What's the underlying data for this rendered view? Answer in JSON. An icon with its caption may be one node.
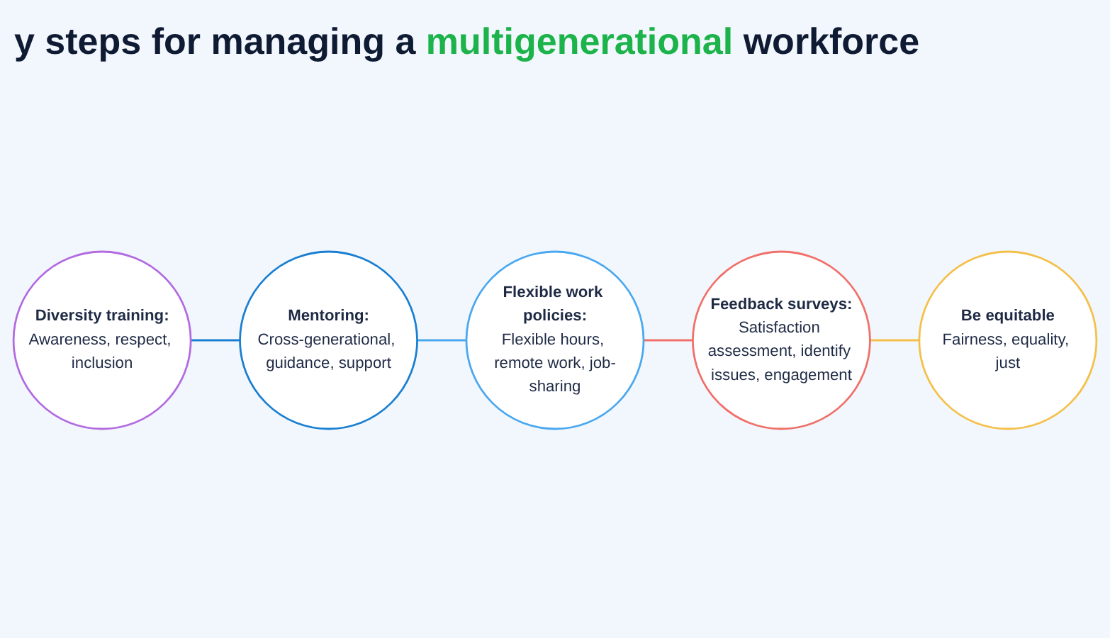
{
  "diagram": {
    "title": "y steps for managing a **multigenerational** workforce",
    "nodes": [
      {
        "text": [
          "Diversity training:",
          "Awareness, respect, inclusion"
        ]
      },
      {
        "text": [
          "Mentoring:",
          "Cross-generational, guidance, support"
        ]
      },
      {
        "text": [
          "Flexible work policies:",
          "Flexible hours, remote work, job-sharing"
        ]
      },
      {
        "text": [
          "Feedback surveys:",
          "Satisfaction assessment, identify issues, engagement"
        ]
      },
      {
        "text": [
          "Be equitable",
          "Fairness, equality, just"
        ]
      }
    ],
    "edges": [
      {
        "from": 0,
        "to": 1,
        "arrow": "none",
        "color": "#1a7fd1"
      },
      {
        "from": 1,
        "to": 2,
        "arrow": "none",
        "color": "#4aa8f0"
      },
      {
        "from": 2,
        "to": 3,
        "arrow": "none",
        "color": "#f0706a"
      },
      {
        "from": 3,
        "to": 4,
        "arrow": "none",
        "color": "#f5c04a"
      }
    ]
  }
}
